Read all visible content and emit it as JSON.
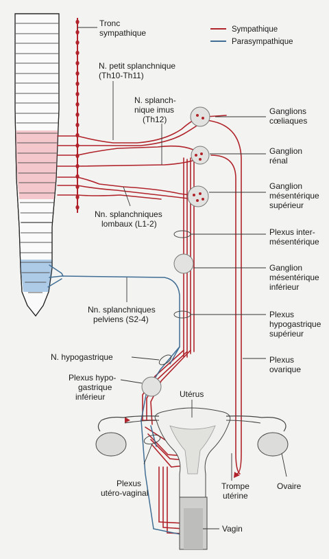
{
  "legend": {
    "sympathetic": "Sympathique",
    "parasympathetic": "Parasympathique",
    "sympathetic_color": "#b0232a",
    "parasympathetic_color": "#3f6d94"
  },
  "labels": {
    "tronc_1": "Tronc",
    "tronc_2": "sympathique",
    "petit_1": "N. petit splanchnique",
    "petit_2": "(Th10-Th11)",
    "imus_1": "N. splanch-",
    "imus_2": "nique imus",
    "imus_3": "(Th12)",
    "coel_1": "Ganglions",
    "coel_2": "cœliaques",
    "renal_1": "Ganglion",
    "renal_2": "rénal",
    "mes_sup_1": "Ganglion",
    "mes_sup_2": "mésentérique",
    "mes_sup_3": "supérieur",
    "lomb_1": "Nn. splanchniques",
    "lomb_2": "lombaux (L1-2)",
    "inter_1": "Plexus inter-",
    "inter_2": "mésentérique",
    "mes_inf_1": "Ganglion",
    "mes_inf_2": "mésentérique",
    "mes_inf_3": "inférieur",
    "pelv_1": "Nn. splanchniques",
    "pelv_2": "pelviens (S2-4)",
    "hyp_sup_1": "Plexus",
    "hyp_sup_2": "hypogastrique",
    "hyp_sup_3": "supérieur",
    "n_hypo": "N. hypogastrique",
    "hyp_inf_1": "Plexus hypo-",
    "hyp_inf_2": "gastrique",
    "hyp_inf_3": "inférieur",
    "ovar_1": "Plexus",
    "ovar_2": "ovarique",
    "uterus": "Utérus",
    "utvag_1": "Plexus",
    "utvag_2": "utéro-vaginal",
    "trompe_1": "Trompe",
    "trompe_2": "utérine",
    "ovaire": "Ovaire",
    "vagin": "Vagin"
  }
}
